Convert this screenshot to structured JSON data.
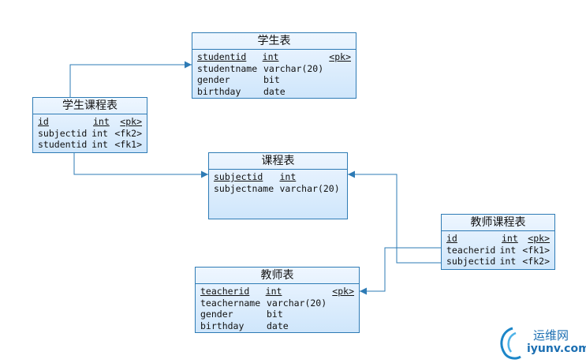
{
  "entities": {
    "student": {
      "title": "学生表",
      "rows": [
        {
          "name": "studentid",
          "type": "int",
          "key": "<pk>",
          "pk": true
        },
        {
          "name": "studentname",
          "type": "varchar(20)",
          "key": "",
          "pk": false
        },
        {
          "name": "gender",
          "type": "bit",
          "key": "",
          "pk": false
        },
        {
          "name": "birthday",
          "type": "date",
          "key": "",
          "pk": false
        }
      ]
    },
    "student_course": {
      "title": "学生课程表",
      "rows": [
        {
          "name": "id",
          "type": "int",
          "key": "<pk>",
          "pk": true
        },
        {
          "name": "subjectid",
          "type": "int",
          "key": "<fk2>",
          "pk": false
        },
        {
          "name": "studentid",
          "type": "int",
          "key": "<fk1>",
          "pk": false
        }
      ]
    },
    "course": {
      "title": "课程表",
      "rows": [
        {
          "name": "subjectid",
          "type": "int",
          "key": "",
          "pk": true
        },
        {
          "name": "subjectname",
          "type": "varchar(20)",
          "key": "",
          "pk": false
        }
      ]
    },
    "teacher_course": {
      "title": "教师课程表",
      "rows": [
        {
          "name": "id",
          "type": "int",
          "key": "<pk>",
          "pk": true
        },
        {
          "name": "teacherid",
          "type": "int",
          "key": "<fk1>",
          "pk": false
        },
        {
          "name": "subjectid",
          "type": "int",
          "key": "<fk2>",
          "pk": false
        }
      ]
    },
    "teacher": {
      "title": "教师表",
      "rows": [
        {
          "name": "teacherid",
          "type": "int",
          "key": "<pk>",
          "pk": true
        },
        {
          "name": "teachername",
          "type": "varchar(20)",
          "key": "",
          "pk": false
        },
        {
          "name": "gender",
          "type": "bit",
          "key": "",
          "pk": false
        },
        {
          "name": "birthday",
          "type": "date",
          "key": "",
          "pk": false
        }
      ]
    }
  },
  "watermark": {
    "brand": "运维网",
    "site": "iyunv.com"
  },
  "colors": {
    "border": "#2e7bb5",
    "connector": "#2e7bb5",
    "fill_top": "#eef6ff",
    "fill_bottom": "#cfe6fb"
  }
}
